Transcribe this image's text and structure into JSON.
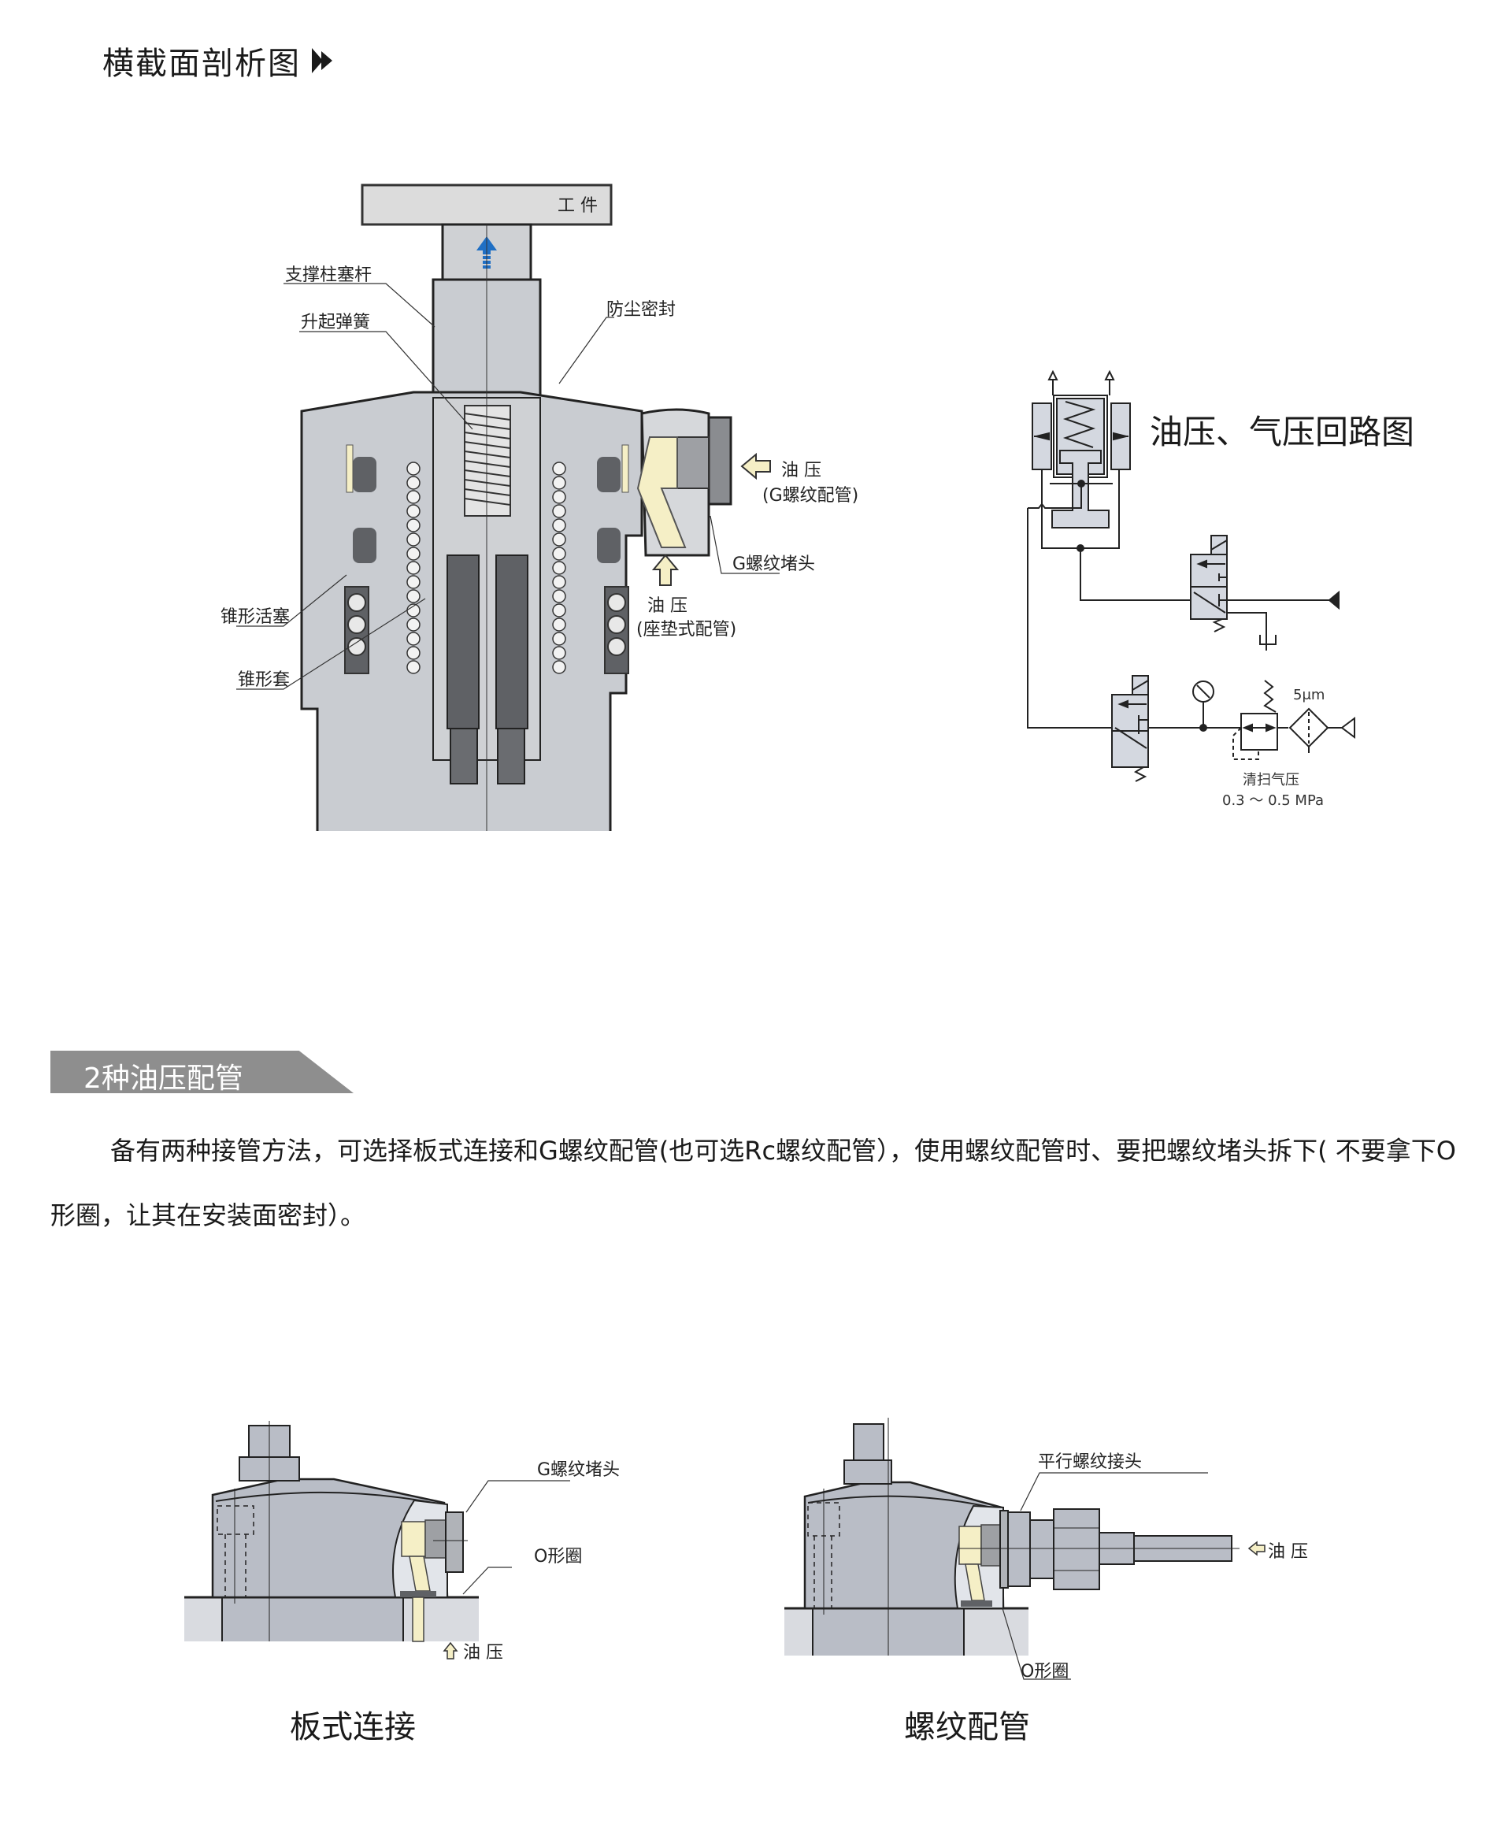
{
  "section1": {
    "title": "横截面剖析图",
    "title_icon": "double-play-arrow-icon"
  },
  "cross_section": {
    "workpiece_label": "工 件",
    "labels": {
      "support_plunger": "支撑柱塞杆",
      "lift_spring": "升起弹簧",
      "dust_seal": "防尘密封",
      "oil_g_thread_line1": "油 压",
      "oil_g_thread_line2": "(G螺纹配管)",
      "g_thread_plug": "G螺纹堵头",
      "oil_gasket_line1": "油 压",
      "oil_gasket_line2": "(座垫式配管)",
      "taper_piston": "锥形活塞",
      "taper_sleeve": "锥形套"
    },
    "colors": {
      "body": "#c9ccd1",
      "dark_part": "#5f6165",
      "oil": "#f5efc6",
      "arrow_blue": "#1f6fc4"
    }
  },
  "circuit": {
    "title": "油压、气压回路图",
    "filter_label": "5μm",
    "purge_label": "清扫气压",
    "pressure_range": "0.3 ～ 0.5 MPa"
  },
  "section2": {
    "banner": "2种油压配管",
    "paragraph": "备有两种接管方法，可选择板式连接和G螺纹配管(也可选Rc螺纹配管），使用螺纹配管时、要把螺纹堵头拆下( 不要拿下O形圈，让其在安装面密封）。"
  },
  "figure_plate": {
    "caption": "板式连接",
    "labels": {
      "g_thread_plug": "G螺纹堵头",
      "o_ring": "O形圈",
      "oil": "油 压"
    }
  },
  "figure_thread": {
    "caption": "螺纹配管",
    "labels": {
      "parallel_fitting": "平行螺纹接头",
      "oil": "油 压",
      "o_ring": "O形圈"
    }
  }
}
